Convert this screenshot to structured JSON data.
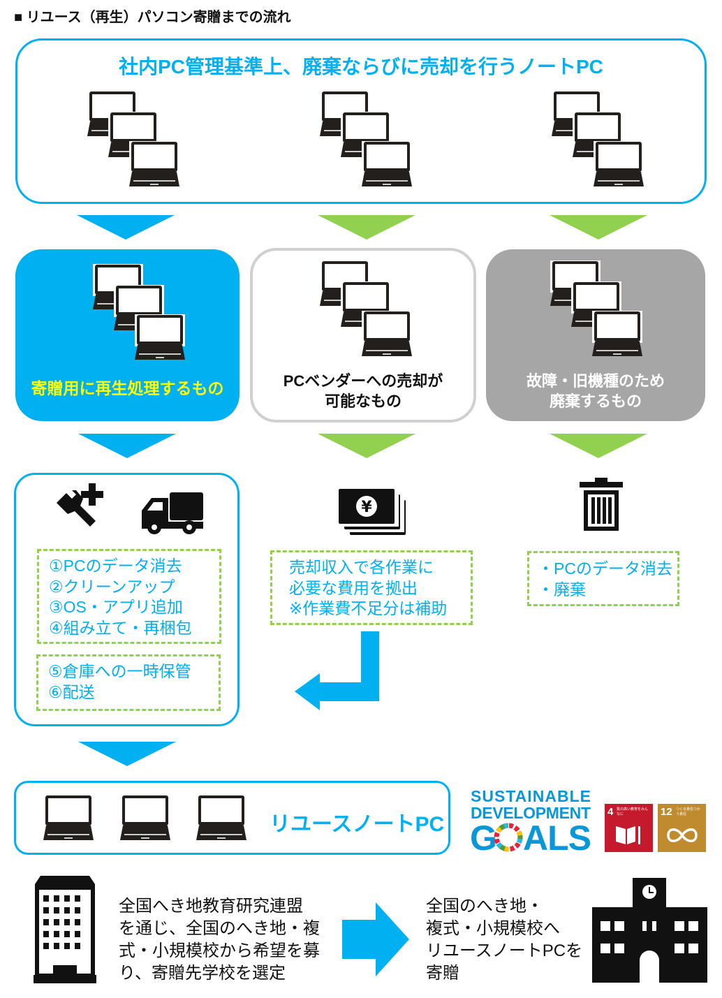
{
  "heading": "■ リユース（再生）パソコン寄贈までの流れ",
  "top_box": {
    "title": "社内PC管理基準上、廃棄ならびに売却を行うノートPC"
  },
  "categories": [
    {
      "label_lines": [
        "寄贈用に再生処理するもの"
      ],
      "fill": "#00b0f0",
      "text_color": "#ffff00"
    },
    {
      "label_lines": [
        "PCベンダーへの売却が",
        "可能なもの"
      ],
      "fill": "#ffffff",
      "text_color": "#111111"
    },
    {
      "label_lines": [
        "故障・旧機種のため",
        "廃棄するもの"
      ],
      "fill": "#a6a6a6",
      "text_color": "#ffffff"
    }
  ],
  "reuse_process": {
    "icons": [
      "wrench-plus-icon",
      "truck-icon"
    ],
    "steps_group1": [
      "①PCのデータ消去",
      "②クリーンアップ",
      "③OS・アプリ追加",
      "④組み立て・再梱包"
    ],
    "steps_group2": [
      "⑤倉庫への一時保管",
      "⑥配送"
    ]
  },
  "sale_process": {
    "icon": "yen-bills-icon",
    "lines": [
      "売却収入で各作業に",
      "必要な費用を拠出",
      "※作業費不足分は補助"
    ]
  },
  "disposal_process": {
    "icon": "trash-icon",
    "lines": [
      "・PCのデータ消去",
      "・廃棄"
    ]
  },
  "result_box": {
    "label": "リユースノートPC"
  },
  "sdgs": {
    "logo_lines": [
      "SUSTAINABLE",
      "DEVELOPMENT",
      "GOALS"
    ],
    "goal4": {
      "number": "4",
      "text": "質の高い教育をみんなに",
      "color": "#c5192d"
    },
    "goal12": {
      "number": "12",
      "text": "つくる責任つかう責任",
      "color": "#bf8b2e"
    }
  },
  "bottom": {
    "left_text": [
      "全国へき地教育研究連盟",
      "を通じ、全国のへき地・複",
      "式・小規模校から希望を募",
      "り、寄贈先学校を選定"
    ],
    "right_text": [
      "全国のへき地・",
      "複式・小規模校へ",
      "リユースノートPCを",
      "寄贈"
    ]
  },
  "colors": {
    "blue": "#00b0f0",
    "green": "#92d050",
    "gray": "#a6a6a6",
    "yellow": "#ffff00"
  }
}
